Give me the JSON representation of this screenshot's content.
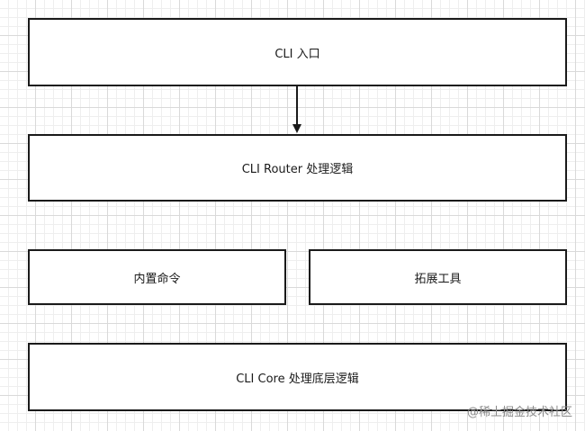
{
  "nodes": {
    "entry": "CLI 入口",
    "router": "CLI Router 处理逻辑",
    "builtin": "内置命令",
    "extension": "拓展工具",
    "core": "CLI Core 处理底层逻辑"
  },
  "watermark": "@稀土掘金技术社区"
}
